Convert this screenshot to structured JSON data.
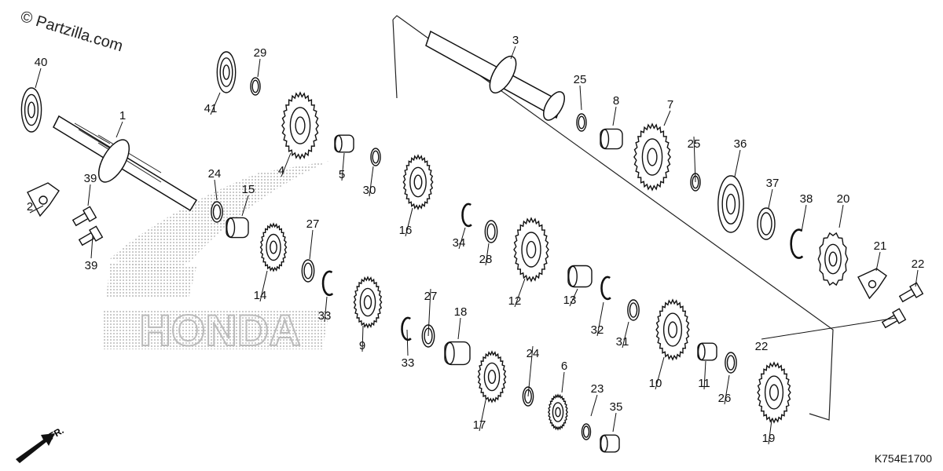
{
  "watermark": "© Partzilla.com",
  "diagram_code": "K754E1700",
  "direction_label": "FR.",
  "brand_watermark": "HONDA",
  "parts": [
    {
      "id": "1",
      "kind": "shaft"
    },
    {
      "id": "2",
      "kind": "plate"
    },
    {
      "id": "3",
      "kind": "shaft"
    },
    {
      "id": "4",
      "kind": "gear"
    },
    {
      "id": "5",
      "kind": "bushing"
    },
    {
      "id": "6",
      "kind": "gear"
    },
    {
      "id": "7",
      "kind": "gear"
    },
    {
      "id": "8",
      "kind": "bushing"
    },
    {
      "id": "9",
      "kind": "gear"
    },
    {
      "id": "10",
      "kind": "gear"
    },
    {
      "id": "11",
      "kind": "bushing"
    },
    {
      "id": "12",
      "kind": "gear"
    },
    {
      "id": "13",
      "kind": "needle-bearing"
    },
    {
      "id": "14",
      "kind": "gear"
    },
    {
      "id": "15",
      "kind": "needle-bearing"
    },
    {
      "id": "16",
      "kind": "gear"
    },
    {
      "id": "17",
      "kind": "gear"
    },
    {
      "id": "18",
      "kind": "needle-bearing"
    },
    {
      "id": "19",
      "kind": "gear"
    },
    {
      "id": "20",
      "kind": "sprocket"
    },
    {
      "id": "21",
      "kind": "plate"
    },
    {
      "id": "22",
      "kind": "bolt"
    },
    {
      "id": "23",
      "kind": "washer"
    },
    {
      "id": "24",
      "kind": "washer"
    },
    {
      "id": "25",
      "kind": "washer"
    },
    {
      "id": "26",
      "kind": "washer"
    },
    {
      "id": "27",
      "kind": "washer"
    },
    {
      "id": "28",
      "kind": "washer"
    },
    {
      "id": "29",
      "kind": "washer"
    },
    {
      "id": "30",
      "kind": "washer"
    },
    {
      "id": "31",
      "kind": "washer"
    },
    {
      "id": "32",
      "kind": "lock-washer"
    },
    {
      "id": "33",
      "kind": "circlip"
    },
    {
      "id": "34",
      "kind": "circlip"
    },
    {
      "id": "35",
      "kind": "needle-bearing"
    },
    {
      "id": "36",
      "kind": "ball-bearing"
    },
    {
      "id": "37",
      "kind": "oil-seal"
    },
    {
      "id": "38",
      "kind": "circlip"
    },
    {
      "id": "39",
      "kind": "bolt"
    },
    {
      "id": "40",
      "kind": "ball-bearing"
    },
    {
      "id": "41",
      "kind": "ball-bearing"
    }
  ]
}
